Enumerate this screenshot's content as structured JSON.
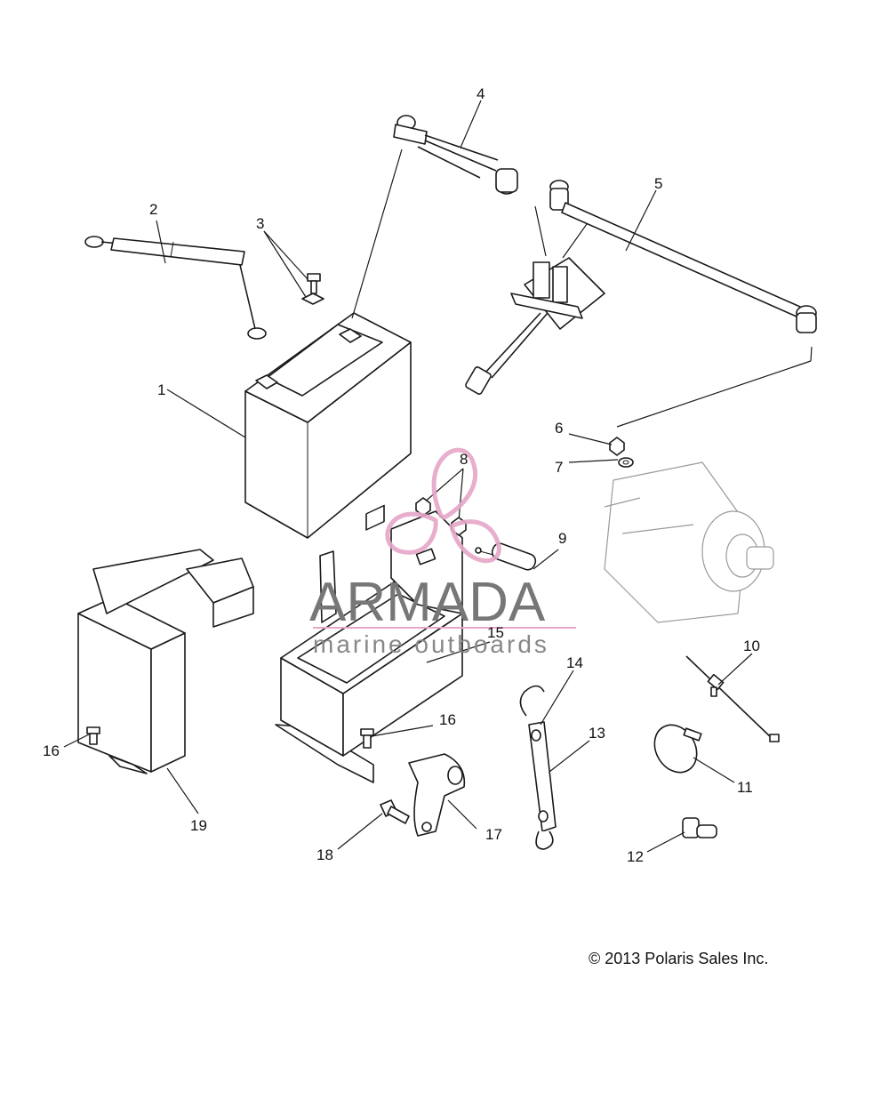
{
  "diagram": {
    "callouts": [
      "1",
      "2",
      "3",
      "4",
      "5",
      "6",
      "7",
      "8",
      "9",
      "10",
      "11",
      "12",
      "13",
      "14",
      "15",
      "16",
      "16",
      "17",
      "18",
      "19"
    ]
  },
  "watermark": {
    "brand": "ARMADA",
    "tagline": "marine outboards",
    "logo_color": "#e6a6c8"
  },
  "copyright": "© 2013 Polaris Sales Inc."
}
